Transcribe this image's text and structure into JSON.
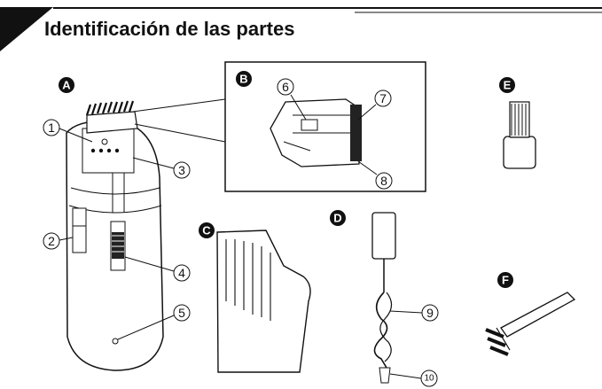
{
  "heading": {
    "title": "Identificación de las partes"
  },
  "groups": {
    "a": {
      "letter": "A"
    },
    "b": {
      "letter": "B"
    },
    "c": {
      "letter": "C"
    },
    "d": {
      "letter": "D"
    },
    "e": {
      "letter": "E"
    },
    "f": {
      "letter": "F"
    }
  },
  "parts": [
    "1",
    "2",
    "3",
    "4",
    "5",
    "6",
    "7",
    "8",
    "9",
    "10"
  ]
}
